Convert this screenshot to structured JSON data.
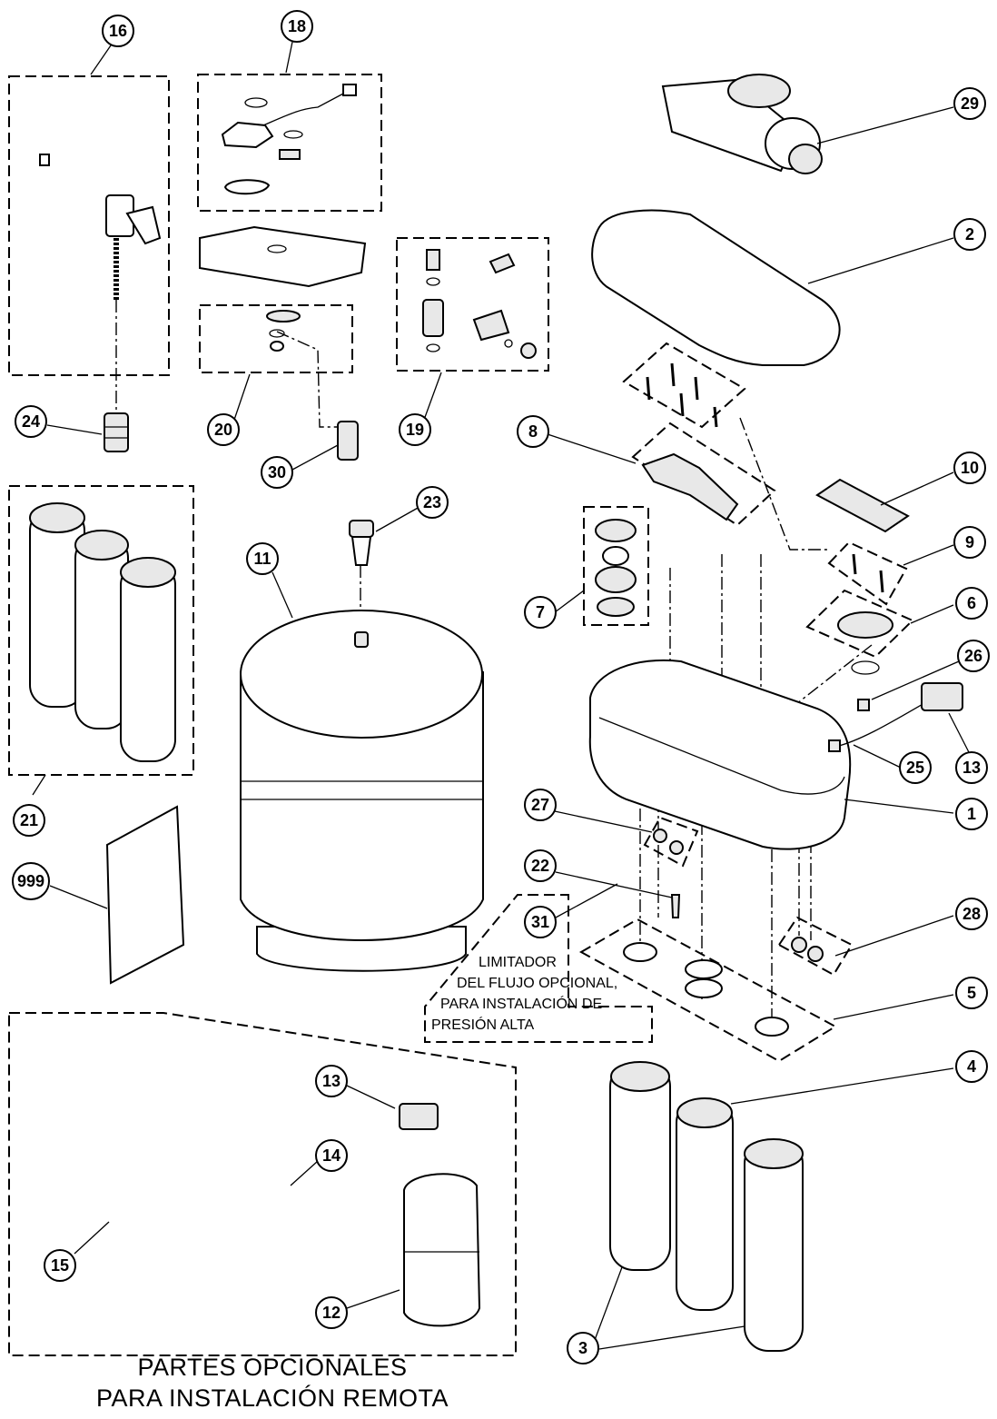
{
  "callouts": [
    {
      "id": "c16",
      "label": "16"
    },
    {
      "id": "c18",
      "label": "18"
    },
    {
      "id": "c29",
      "label": "29"
    },
    {
      "id": "c2",
      "label": "2"
    },
    {
      "id": "c24",
      "label": "24"
    },
    {
      "id": "c20",
      "label": "20"
    },
    {
      "id": "c19",
      "label": "19"
    },
    {
      "id": "c8",
      "label": "8"
    },
    {
      "id": "c10",
      "label": "10"
    },
    {
      "id": "c30",
      "label": "30"
    },
    {
      "id": "c23",
      "label": "23"
    },
    {
      "id": "c11",
      "label": "11"
    },
    {
      "id": "c9",
      "label": "9"
    },
    {
      "id": "c7",
      "label": "7"
    },
    {
      "id": "c6",
      "label": "6"
    },
    {
      "id": "c26",
      "label": "26"
    },
    {
      "id": "c25",
      "label": "25"
    },
    {
      "id": "c13a",
      "label": "13"
    },
    {
      "id": "c1",
      "label": "1"
    },
    {
      "id": "c21",
      "label": "21"
    },
    {
      "id": "c27",
      "label": "27"
    },
    {
      "id": "c999",
      "label": "999"
    },
    {
      "id": "c22",
      "label": "22"
    },
    {
      "id": "c31",
      "label": "31"
    },
    {
      "id": "c28",
      "label": "28"
    },
    {
      "id": "c5",
      "label": "5"
    },
    {
      "id": "c4",
      "label": "4"
    },
    {
      "id": "c13b",
      "label": "13"
    },
    {
      "id": "c14",
      "label": "14"
    },
    {
      "id": "c15",
      "label": "15"
    },
    {
      "id": "c12",
      "label": "12"
    },
    {
      "id": "c3",
      "label": "3"
    }
  ],
  "note": {
    "lines": [
      "LIMITADOR",
      "DEL FLUJO OPCIONAL,",
      "PARA INSTALACIÓN DE",
      "PRESIÓN ALTA"
    ]
  },
  "title": {
    "line1": "PARTES OPCIONALES",
    "line2": "PARA INSTALACIÓN REMOTA"
  }
}
